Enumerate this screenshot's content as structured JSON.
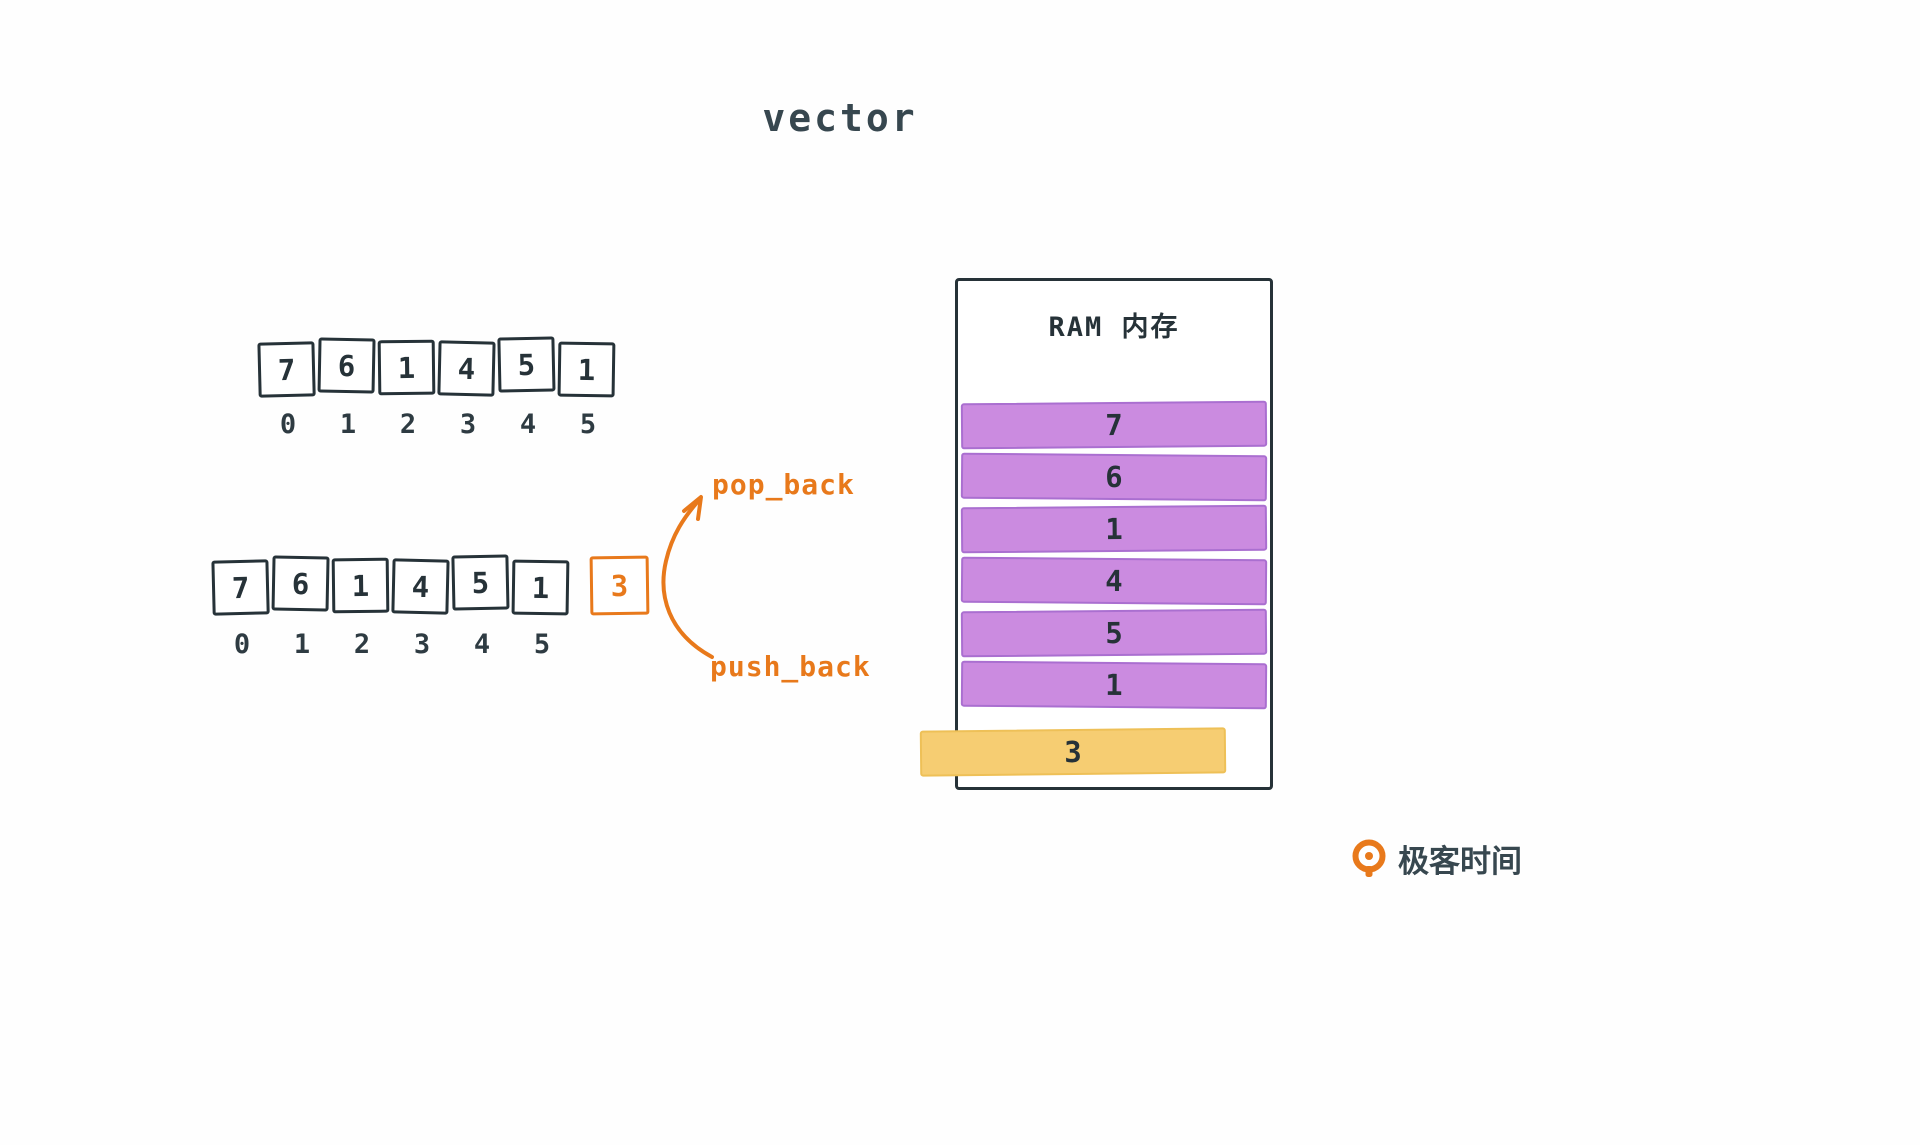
{
  "title": "vector",
  "array_before": {
    "values": [
      "7",
      "6",
      "1",
      "4",
      "5",
      "1"
    ],
    "indices": [
      "0",
      "1",
      "2",
      "3",
      "4",
      "5"
    ]
  },
  "array_after": {
    "values": [
      "7",
      "6",
      "1",
      "4",
      "5",
      "1"
    ],
    "indices": [
      "0",
      "1",
      "2",
      "3",
      "4",
      "5"
    ],
    "pushed_value": "3"
  },
  "operations": {
    "pop_label": "pop_back",
    "push_label": "push_back"
  },
  "ram": {
    "title": "RAM 内存",
    "cells": [
      "7",
      "6",
      "1",
      "4",
      "5",
      "1"
    ],
    "highlight_cell": "3"
  },
  "logo": {
    "text": "极客时间"
  },
  "colors": {
    "ink": "#263238",
    "accent_orange": "#e8791b",
    "purple_fill": "#cb8be0",
    "purple_border": "#aa6fd0",
    "yellow_fill": "#f6cd72"
  }
}
